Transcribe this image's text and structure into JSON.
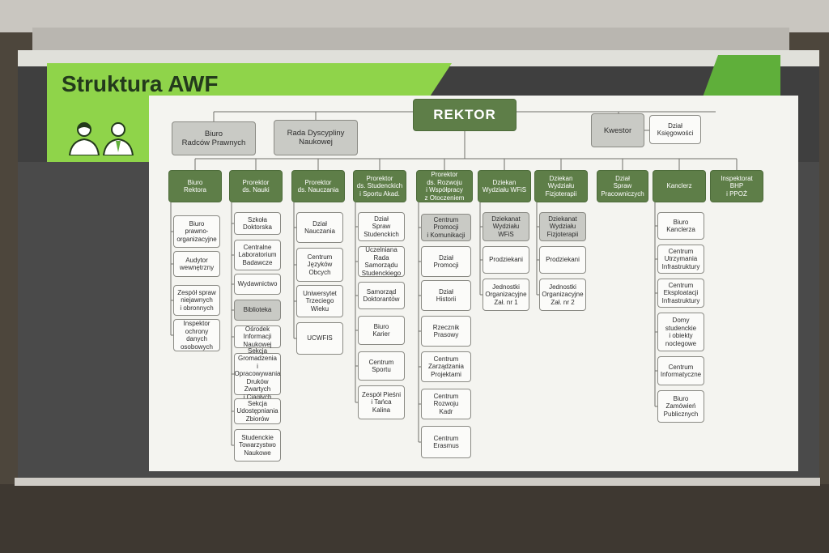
{
  "slide": {
    "title": "Struktura AWF",
    "colors": {
      "accent_green": "#8fd44a",
      "box_green": "#5e7e48",
      "box_gray": "#c9cac5"
    }
  },
  "org_chart": {
    "rektor": "REKTOR",
    "top_row": {
      "biuro_radcow": "Biuro\nRadców Prawnych",
      "rada": "Rada Dyscypliny\nNaukowej",
      "kwestor": "Kwestor",
      "dzial_ksiegowosci": "Dział\nKsięgowości"
    },
    "columns": [
      {
        "head": "Biuro\nRektora",
        "items": [
          "Biuro\nprawno-\norganizacyjne",
          "Audytor\nwewnętrzny",
          "Zespół spraw\nniejawnych\ni obronnych",
          "Inspektor\nochrony danych\nosobowych"
        ]
      },
      {
        "head": "Prorektor\nds. Nauki",
        "items": [
          "Szkoła\nDoktorska",
          "Centralne\nLaboratorium\nBadawcze",
          "Wydawnictwo",
          "Biblioteka",
          "Ośrodek Informacji\nNaukowej",
          "Sekcja\nGromadzenia\ni Opracowywania\nDruków Zwartych\ni Ciągłych",
          "Sekcja\nUdostępniania\nZbiorów",
          "Studenckie\nTowarzystwo\nNaukowe"
        ]
      },
      {
        "head": "Prorektor\nds. Nauczania",
        "items": [
          "Dział\nNauczania",
          "Centrum\nJęzyków\nObcych",
          "Uniwersytet\nTrzeciego\nWieku",
          "UCWFIS"
        ]
      },
      {
        "head": "Prorektor\nds. Studenckich\ni Sportu Akad.",
        "items": [
          "Dział\nSpraw\nStudenckich",
          "Uczelniana Rada\nSamorządu\nStudenckiego",
          "Samorząd\nDoktorantów",
          "Biuro\nKarier",
          "Centrum\nSportu",
          "Zespół Pieśni\ni Tańca\nKalina"
        ]
      },
      {
        "head": "Prorektor\nds. Rozwoju\ni Współpracy\nz Otoczeniem",
        "items": [
          "Centrum\nPromocji\ni Komunikacji",
          "Dział\nPromocji",
          "Dział\nHistorii",
          "Rzecznik\nPrasowy",
          "Centrum\nZarządzania\nProjektami",
          "Centrum\nRozwoju\nKadr",
          "Centrum\nErasmus"
        ]
      },
      {
        "head": "Dziekan\nWydziału WFiS",
        "items": [
          "Dziekanat\nWydziału\nWFiS",
          "Prodziekani",
          "Jednostki\nOrganizacyjne\nZał. nr 1"
        ]
      },
      {
        "head": "Dziekan\nWydziału\nFizjoterapii",
        "items": [
          "Dziekanat\nWydziału\nFizjoterapii",
          "Prodziekani",
          "Jednostki\nOrganizacyjne\nZał. nr 2"
        ]
      },
      {
        "head": "Dział\nSpraw\nPracowniczych",
        "items": []
      },
      {
        "head": "Kanclerz",
        "items": [
          "Biuro\nKanclerza",
          "Centrum\nUtrzymania\nInfrastruktury",
          "Centrum\nEksploatacji\nInfrastruktury",
          "Domy\nstudenckie\ni obiekty\nnoclegowe",
          "Centrum\nInformatyczne",
          "Biuro\nZamówień\nPublicznych"
        ]
      },
      {
        "head": "Inspektorat\nBHP\ni PPOŻ",
        "items": []
      }
    ]
  }
}
